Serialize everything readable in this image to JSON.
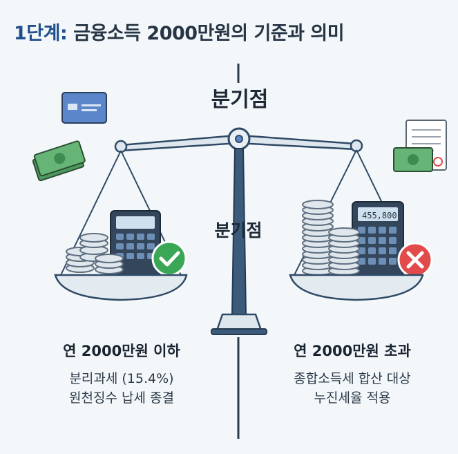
{
  "header": {
    "step": "1단계:",
    "title": "금융소득 2000만원의 기준과 의미"
  },
  "breakpoint": {
    "top_label": "분기점",
    "middle_label": "분기점"
  },
  "left": {
    "heading": "연 2000만원 이하",
    "lines": [
      "분리과세 (15.4%)",
      "원천징수 납세 종결"
    ],
    "status_icon": "check-icon"
  },
  "right": {
    "heading": "연 2000만원 초과",
    "lines": [
      "종합소득세 합산 대상",
      "누진세율 적용"
    ],
    "status_icon": "x-icon",
    "calculator_display": "455,800"
  },
  "colors": {
    "accent": "#1f4f8c",
    "scale": "#2f4a66",
    "check": "#3aa757",
    "cross": "#e24b4b",
    "money": "#5aa86a"
  }
}
